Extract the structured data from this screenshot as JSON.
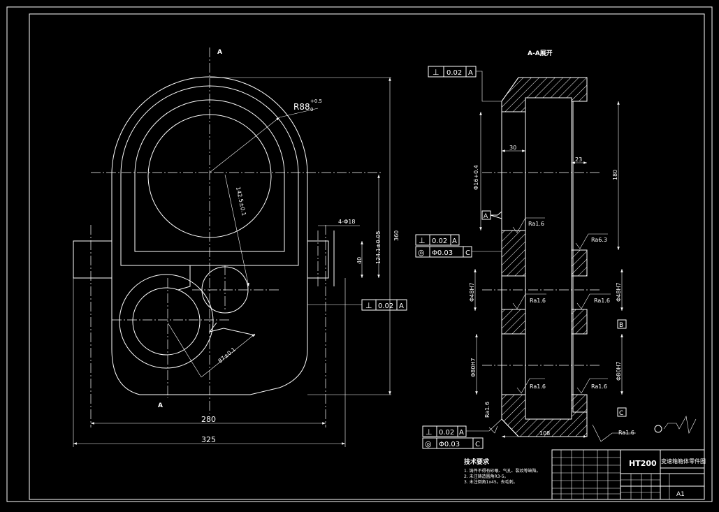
{
  "section_markers": {
    "top": "A",
    "bottom": "A"
  },
  "section_view_title": "A-A展开",
  "front_view": {
    "radius_main": "R88",
    "radius_tol_upper": "+0.5",
    "radius_tol_lower": "0",
    "dim_radius_small": "142.5±0.1",
    "dim_holes": "4-Φ18",
    "dim_height_40": "40",
    "dim_height_124": "124.1±0.05",
    "dim_height_360": "360",
    "dim_radius_lower": "87±0.1",
    "dim_width_280": "280",
    "dim_width_325": "325"
  },
  "tolerance_frames": {
    "front_perp": {
      "symbol": "⊥",
      "value": "0.02",
      "datum": "A"
    },
    "top_perp": {
      "symbol": "⊥",
      "value": "0.02",
      "datum": "A"
    },
    "mid_perp": {
      "symbol": "⊥",
      "value": "0.02",
      "datum": "A"
    },
    "mid_conc": {
      "symbol": "◎",
      "value": "Φ0.03",
      "datum": "C"
    },
    "bot_perp": {
      "symbol": "⊥",
      "value": "0.02",
      "datum": "A"
    },
    "bot_conc": {
      "symbol": "◎",
      "value": "Φ0.03",
      "datum": "C"
    }
  },
  "section_view": {
    "dim_phi16": "Φ16+0.4",
    "dim_30": "30",
    "dim_23": "23",
    "dim_180": "180",
    "dim_phi48_left": "Φ48H7",
    "dim_phi48_right": "Φ48H7",
    "dim_phi80_left": "Φ80H7",
    "dim_phi80_right": "Φ80H7",
    "dim_108": "108",
    "datum_a": "A",
    "datum_b": "B",
    "datum_c": "C",
    "ra_1": "Ra1.6",
    "ra_2": "Ra6.3",
    "ra_3": "Ra1.6",
    "ra_4": "Ra1.6",
    "ra_5": "Ra1.6",
    "ra_6": "Ra1.6",
    "ra_7": "Ra1.6",
    "ra_8": "Ra1.6",
    "ra_corner": "Ra1.6"
  },
  "tech_requirements": {
    "title": "技术要求",
    "line1": "1. 铸件不得有砂眼、气孔、裂纹等缺陷。",
    "line2": "2. 未注铸造圆角R3-5。",
    "line3": "3. 未注倒角1x45。去毛刺。"
  },
  "title_block": {
    "material": "HT200",
    "part_name": "变速箱箱体零件图",
    "sheet_size": "A1"
  }
}
